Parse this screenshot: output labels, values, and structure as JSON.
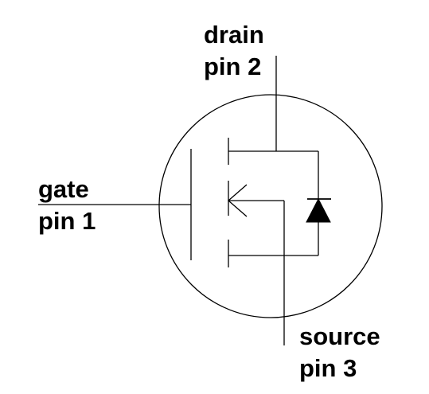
{
  "labels": {
    "drain": {
      "name": "drain",
      "pin": "pin 2"
    },
    "gate": {
      "name": "gate",
      "pin": "pin 1"
    },
    "source": {
      "name": "source",
      "pin": "pin 3"
    }
  },
  "colors": {
    "stroke": "#000000",
    "fill": "#000000",
    "background": "#ffffff"
  }
}
